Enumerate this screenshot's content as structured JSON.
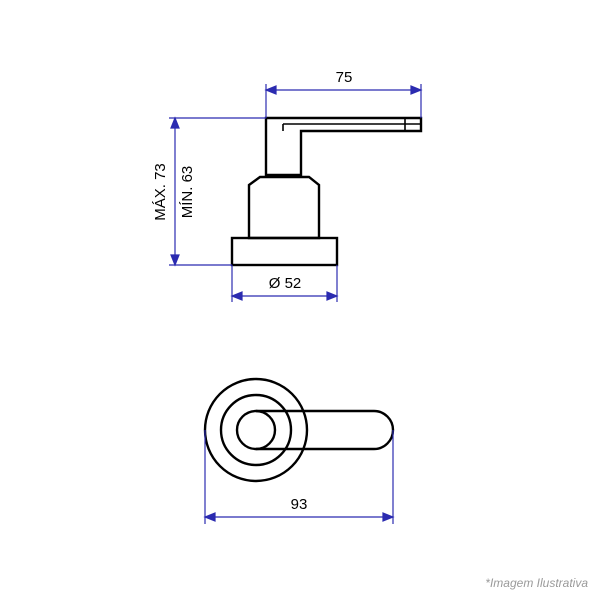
{
  "colors": {
    "outline": "#000000",
    "dimension": "#2b2bb0",
    "caption": "#9a9a9a"
  },
  "dimensions": {
    "top_width": "75",
    "height_max": "MÁX. 73",
    "height_min": "MÍN. 63",
    "base_diameter": "Ø 52",
    "plan_length": "93"
  },
  "caption": "*Imagem Ilustrativa"
}
